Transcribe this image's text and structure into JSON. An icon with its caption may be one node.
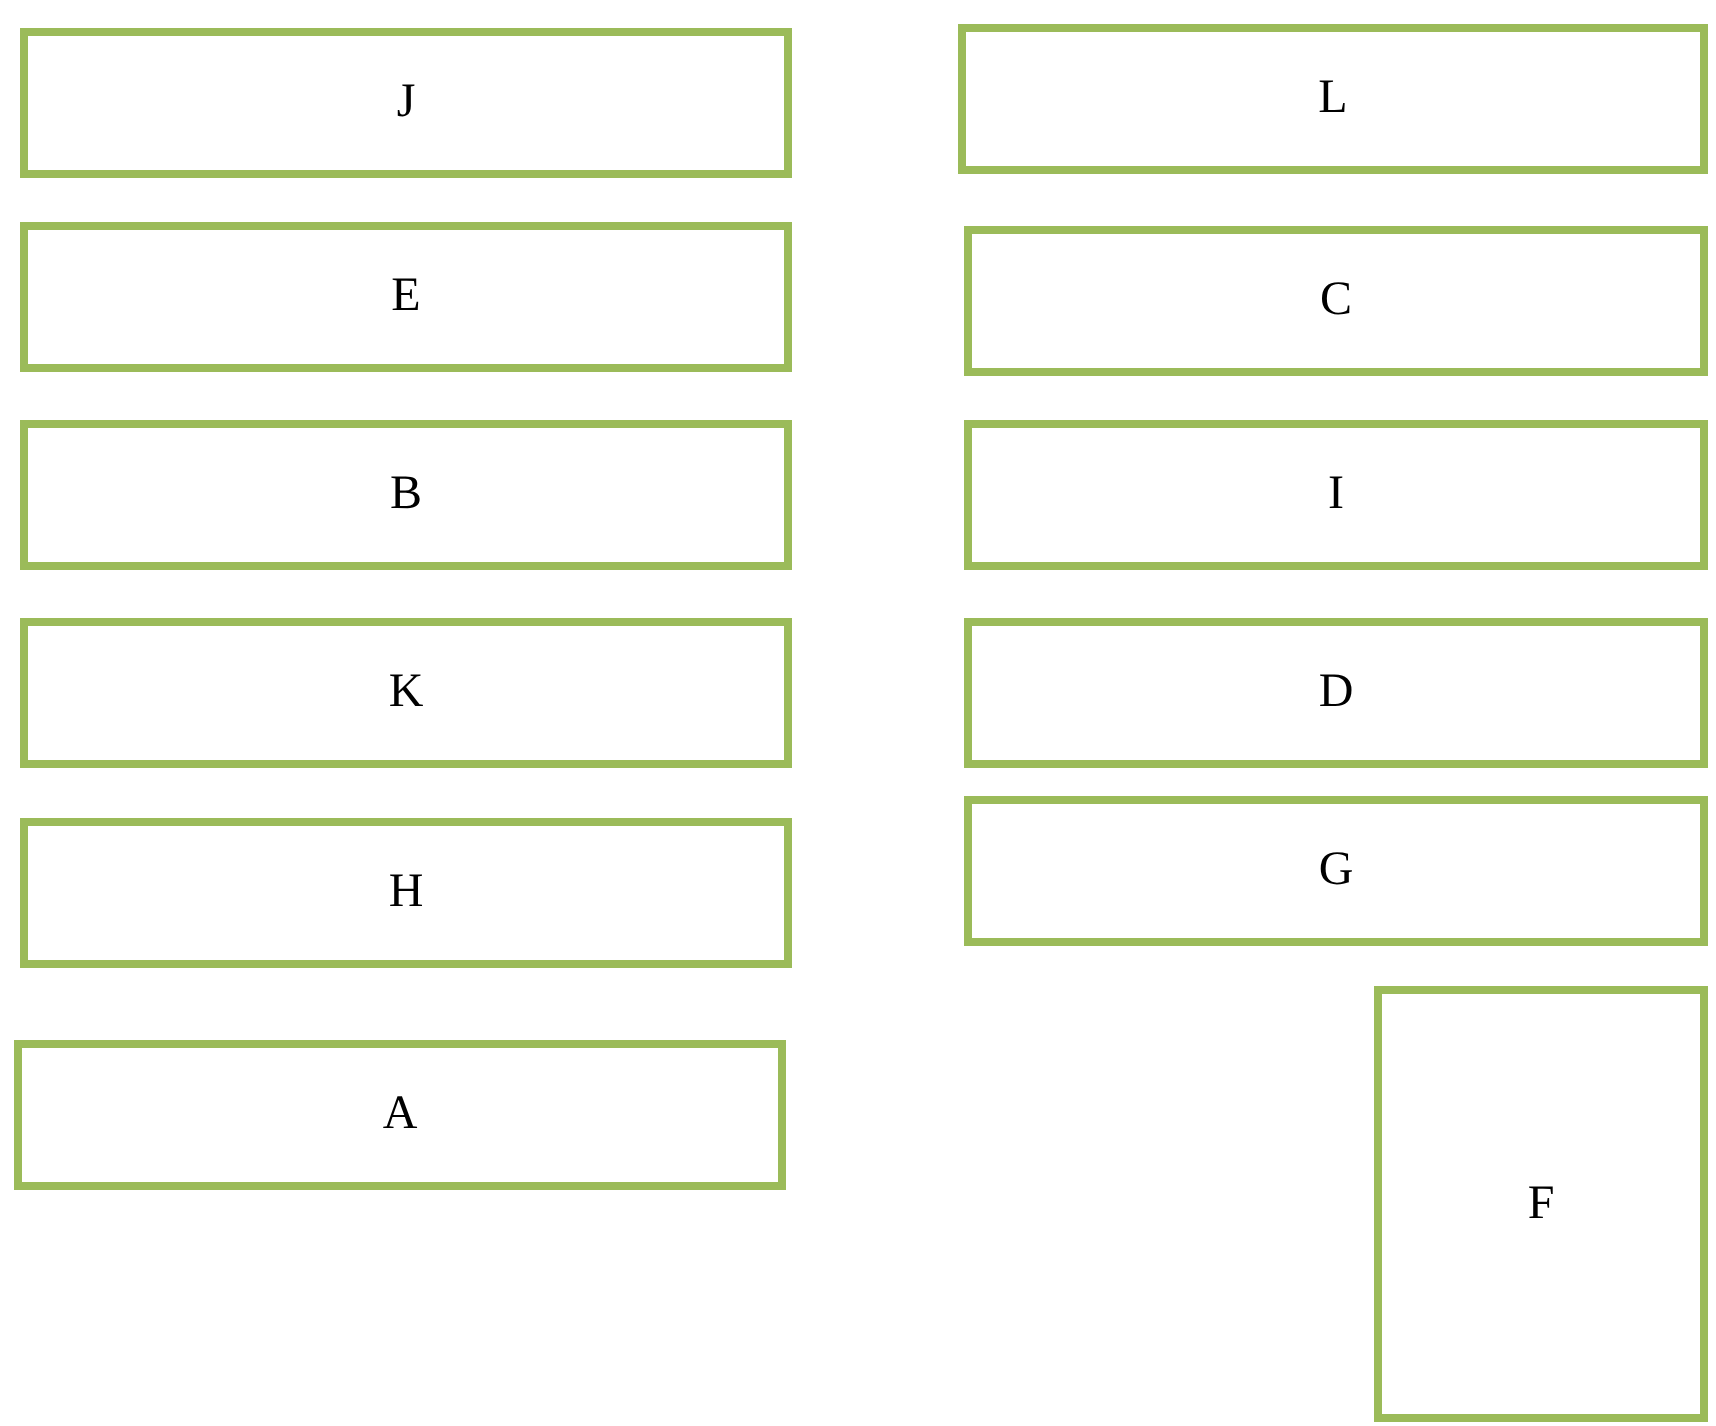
{
  "diagram": {
    "nodes": [
      {
        "text": [
          "J"
        ]
      },
      {
        "text": [
          "L"
        ]
      },
      {
        "text": [
          "E"
        ]
      },
      {
        "text": [
          "C"
        ]
      },
      {
        "text": [
          "B"
        ]
      },
      {
        "text": [
          "I"
        ]
      },
      {
        "text": [
          "K"
        ]
      },
      {
        "text": [
          "D"
        ]
      },
      {
        "text": [
          "H"
        ]
      },
      {
        "text": [
          "G"
        ]
      },
      {
        "text": [
          "A"
        ]
      },
      {
        "text": [
          "F"
        ]
      }
    ]
  }
}
